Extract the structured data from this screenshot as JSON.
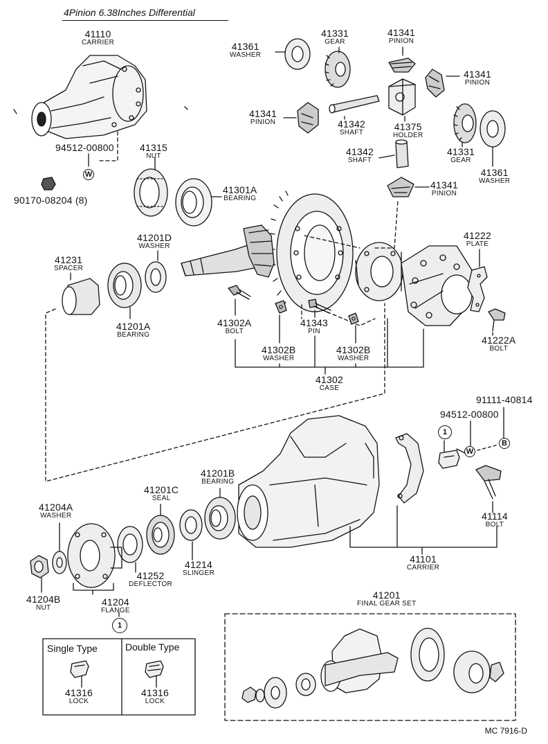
{
  "title": "4Pinion  6.38Inches  Differential",
  "diagram_code": "MC 7916-D",
  "callout_marks": {
    "w": "W",
    "b": "B",
    "one": "1"
  },
  "parts": {
    "p41110": {
      "number": "41110",
      "name": "CARRIER"
    },
    "p94512a": {
      "number": "94512-00800",
      "name": ""
    },
    "p90170": {
      "number": "90170-08204 (8)",
      "name": ""
    },
    "p41315": {
      "number": "41315",
      "name": "NUT"
    },
    "p41301a": {
      "number": "41301A",
      "name": "BEARING"
    },
    "p41361a": {
      "number": "41361",
      "name": "WASHER"
    },
    "p41331a": {
      "number": "41331",
      "name": "GEAR"
    },
    "p41341a": {
      "number": "41341",
      "name": "PINION"
    },
    "p41341b": {
      "number": "41341",
      "name": "PINION"
    },
    "p41341c": {
      "number": "41341",
      "name": "PINION"
    },
    "p41342a": {
      "number": "41342",
      "name": "SHAFT"
    },
    "p41375": {
      "number": "41375",
      "name": "HOLDER"
    },
    "p41342b": {
      "number": "41342",
      "name": "SHAFT"
    },
    "p41331b": {
      "number": "41331",
      "name": "GEAR"
    },
    "p41361b": {
      "number": "41361",
      "name": "WASHER"
    },
    "p41341d": {
      "number": "41341",
      "name": "PINION"
    },
    "p41222": {
      "number": "41222",
      "name": "PLATE"
    },
    "p41222a": {
      "number": "41222A",
      "name": "BOLT"
    },
    "p41201d": {
      "number": "41201D",
      "name": "WASHER"
    },
    "p41231": {
      "number": "41231",
      "name": "SPACER"
    },
    "p41201a": {
      "number": "41201A",
      "name": "BEARING"
    },
    "p41302a": {
      "number": "41302A",
      "name": "BOLT"
    },
    "p41302b1": {
      "number": "41302B",
      "name": "WASHER"
    },
    "p41343": {
      "number": "41343",
      "name": "PIN"
    },
    "p41302b2": {
      "number": "41302B",
      "name": "WASHER"
    },
    "p41302": {
      "number": "41302",
      "name": "CASE"
    },
    "p91111": {
      "number": "91111-40814",
      "name": ""
    },
    "p94512b": {
      "number": "94512-00800",
      "name": ""
    },
    "p41201c": {
      "number": "41201C",
      "name": "SEAL"
    },
    "p41201b": {
      "number": "41201B",
      "name": "BEARING"
    },
    "p41204a": {
      "number": "41204A",
      "name": "WASHER"
    },
    "p41114": {
      "number": "41114",
      "name": "BOLT"
    },
    "p41214": {
      "number": "41214",
      "name": "SLINGER"
    },
    "p41252": {
      "number": "41252",
      "name": "DEFLECTOR"
    },
    "p41101": {
      "number": "41101",
      "name": "CARRIER"
    },
    "p41204b": {
      "number": "41204B",
      "name": "NUT"
    },
    "p41204": {
      "number": "41204",
      "name": "FLANGE"
    },
    "p41201": {
      "number": "41201",
      "name": "FINAL GEAR SET"
    }
  },
  "lock_box": {
    "single_title": "Single Type",
    "double_title": "Double Type",
    "single_part": {
      "number": "41316",
      "name": "LOCK"
    },
    "double_part": {
      "number": "41316",
      "name": "LOCK"
    }
  }
}
